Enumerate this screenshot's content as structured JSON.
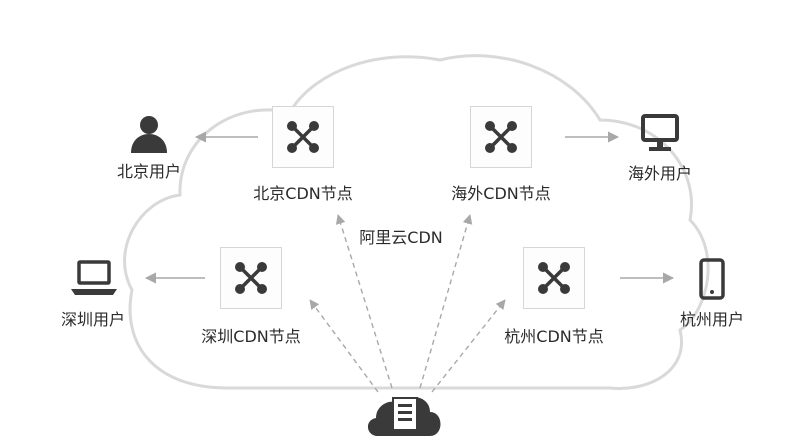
{
  "colors": {
    "cloud_stroke": "#d9d9d9",
    "node_border": "#d6d6d6",
    "icon": "#3a3a3a",
    "arrow": "#a8a8a8",
    "text": "#2b2b2b"
  },
  "cloud": {
    "label": "阿里云CDN"
  },
  "nodes": [
    {
      "id": "beijing",
      "label": "北京CDN节点",
      "icon": "network-hub-icon"
    },
    {
      "id": "haiwai",
      "label": "海外CDN节点",
      "icon": "network-hub-icon"
    },
    {
      "id": "shenzhen",
      "label": "深圳CDN节点",
      "icon": "network-hub-icon"
    },
    {
      "id": "hangzhou",
      "label": "杭州CDN节点",
      "icon": "network-hub-icon"
    }
  ],
  "users": [
    {
      "id": "beijing",
      "label": "北京用户",
      "icon": "person-icon"
    },
    {
      "id": "haiwai",
      "label": "海外用户",
      "icon": "monitor-icon"
    },
    {
      "id": "shenzhen",
      "label": "深圳用户",
      "icon": "laptop-icon"
    },
    {
      "id": "hangzhou",
      "label": "杭州用户",
      "icon": "mobile-phone-icon"
    }
  ],
  "origin": {
    "icon": "cloud-server-icon"
  }
}
